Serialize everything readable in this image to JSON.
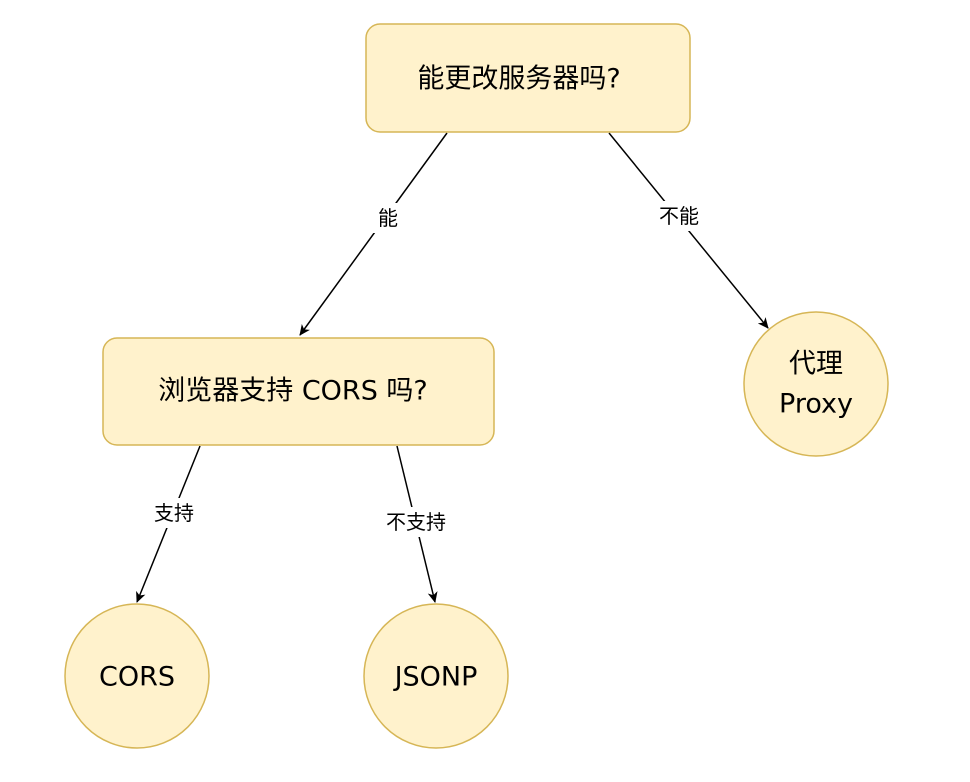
{
  "colors": {
    "node_fill": "#fff2cc",
    "node_stroke": "#d6b656",
    "edge": "#000000",
    "label_bg": "#ffffff"
  },
  "nodes": {
    "root": {
      "label": "能更改服务器吗?"
    },
    "cors_question": {
      "label": "浏览器支持 CORS 吗?"
    },
    "proxy": {
      "line1": "代理",
      "line2": "Proxy"
    },
    "cors": {
      "label": "CORS"
    },
    "jsonp": {
      "label": "JSONP"
    }
  },
  "edges": {
    "root_to_cors_question": {
      "label": "能"
    },
    "root_to_proxy": {
      "label": "不能"
    },
    "cors_question_to_cors": {
      "label": "支持"
    },
    "cors_question_to_jsonp": {
      "label": "不支持"
    }
  }
}
